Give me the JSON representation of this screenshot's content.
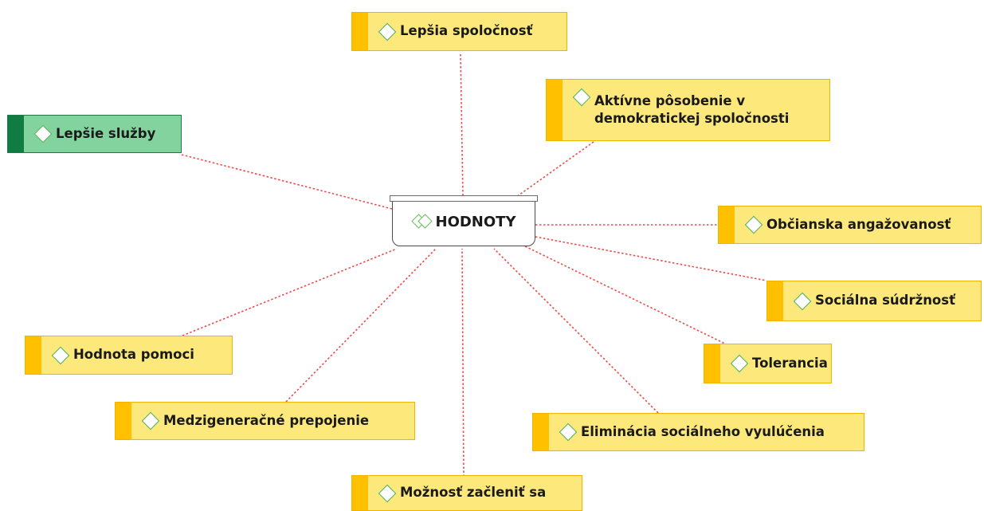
{
  "center": {
    "label": "HODNOTY"
  },
  "nodes": [
    {
      "label": "Lepšia spoločnosť"
    },
    {
      "label": "Aktívne pôsobenie v demokratickej spoločnosti"
    },
    {
      "label": "Lepšie služby"
    },
    {
      "label": "Občianska angažovanosť"
    },
    {
      "label": "Sociálna súdržnosť"
    },
    {
      "label": "Tolerancia"
    },
    {
      "label": "Hodnota pomoci"
    },
    {
      "label": "Medzigeneračné prepojenie"
    },
    {
      "label": "Eliminácia sociálneho vyulúčenia"
    },
    {
      "label": "Možnosť začleniť sa"
    }
  ],
  "colors": {
    "node_fill": "#fde97b",
    "node_strip": "#ffc000",
    "green_fill": "#83d39e",
    "green_strip": "#0f7c43",
    "connector": "#ee4a4a",
    "diamond": "#52b04b"
  }
}
